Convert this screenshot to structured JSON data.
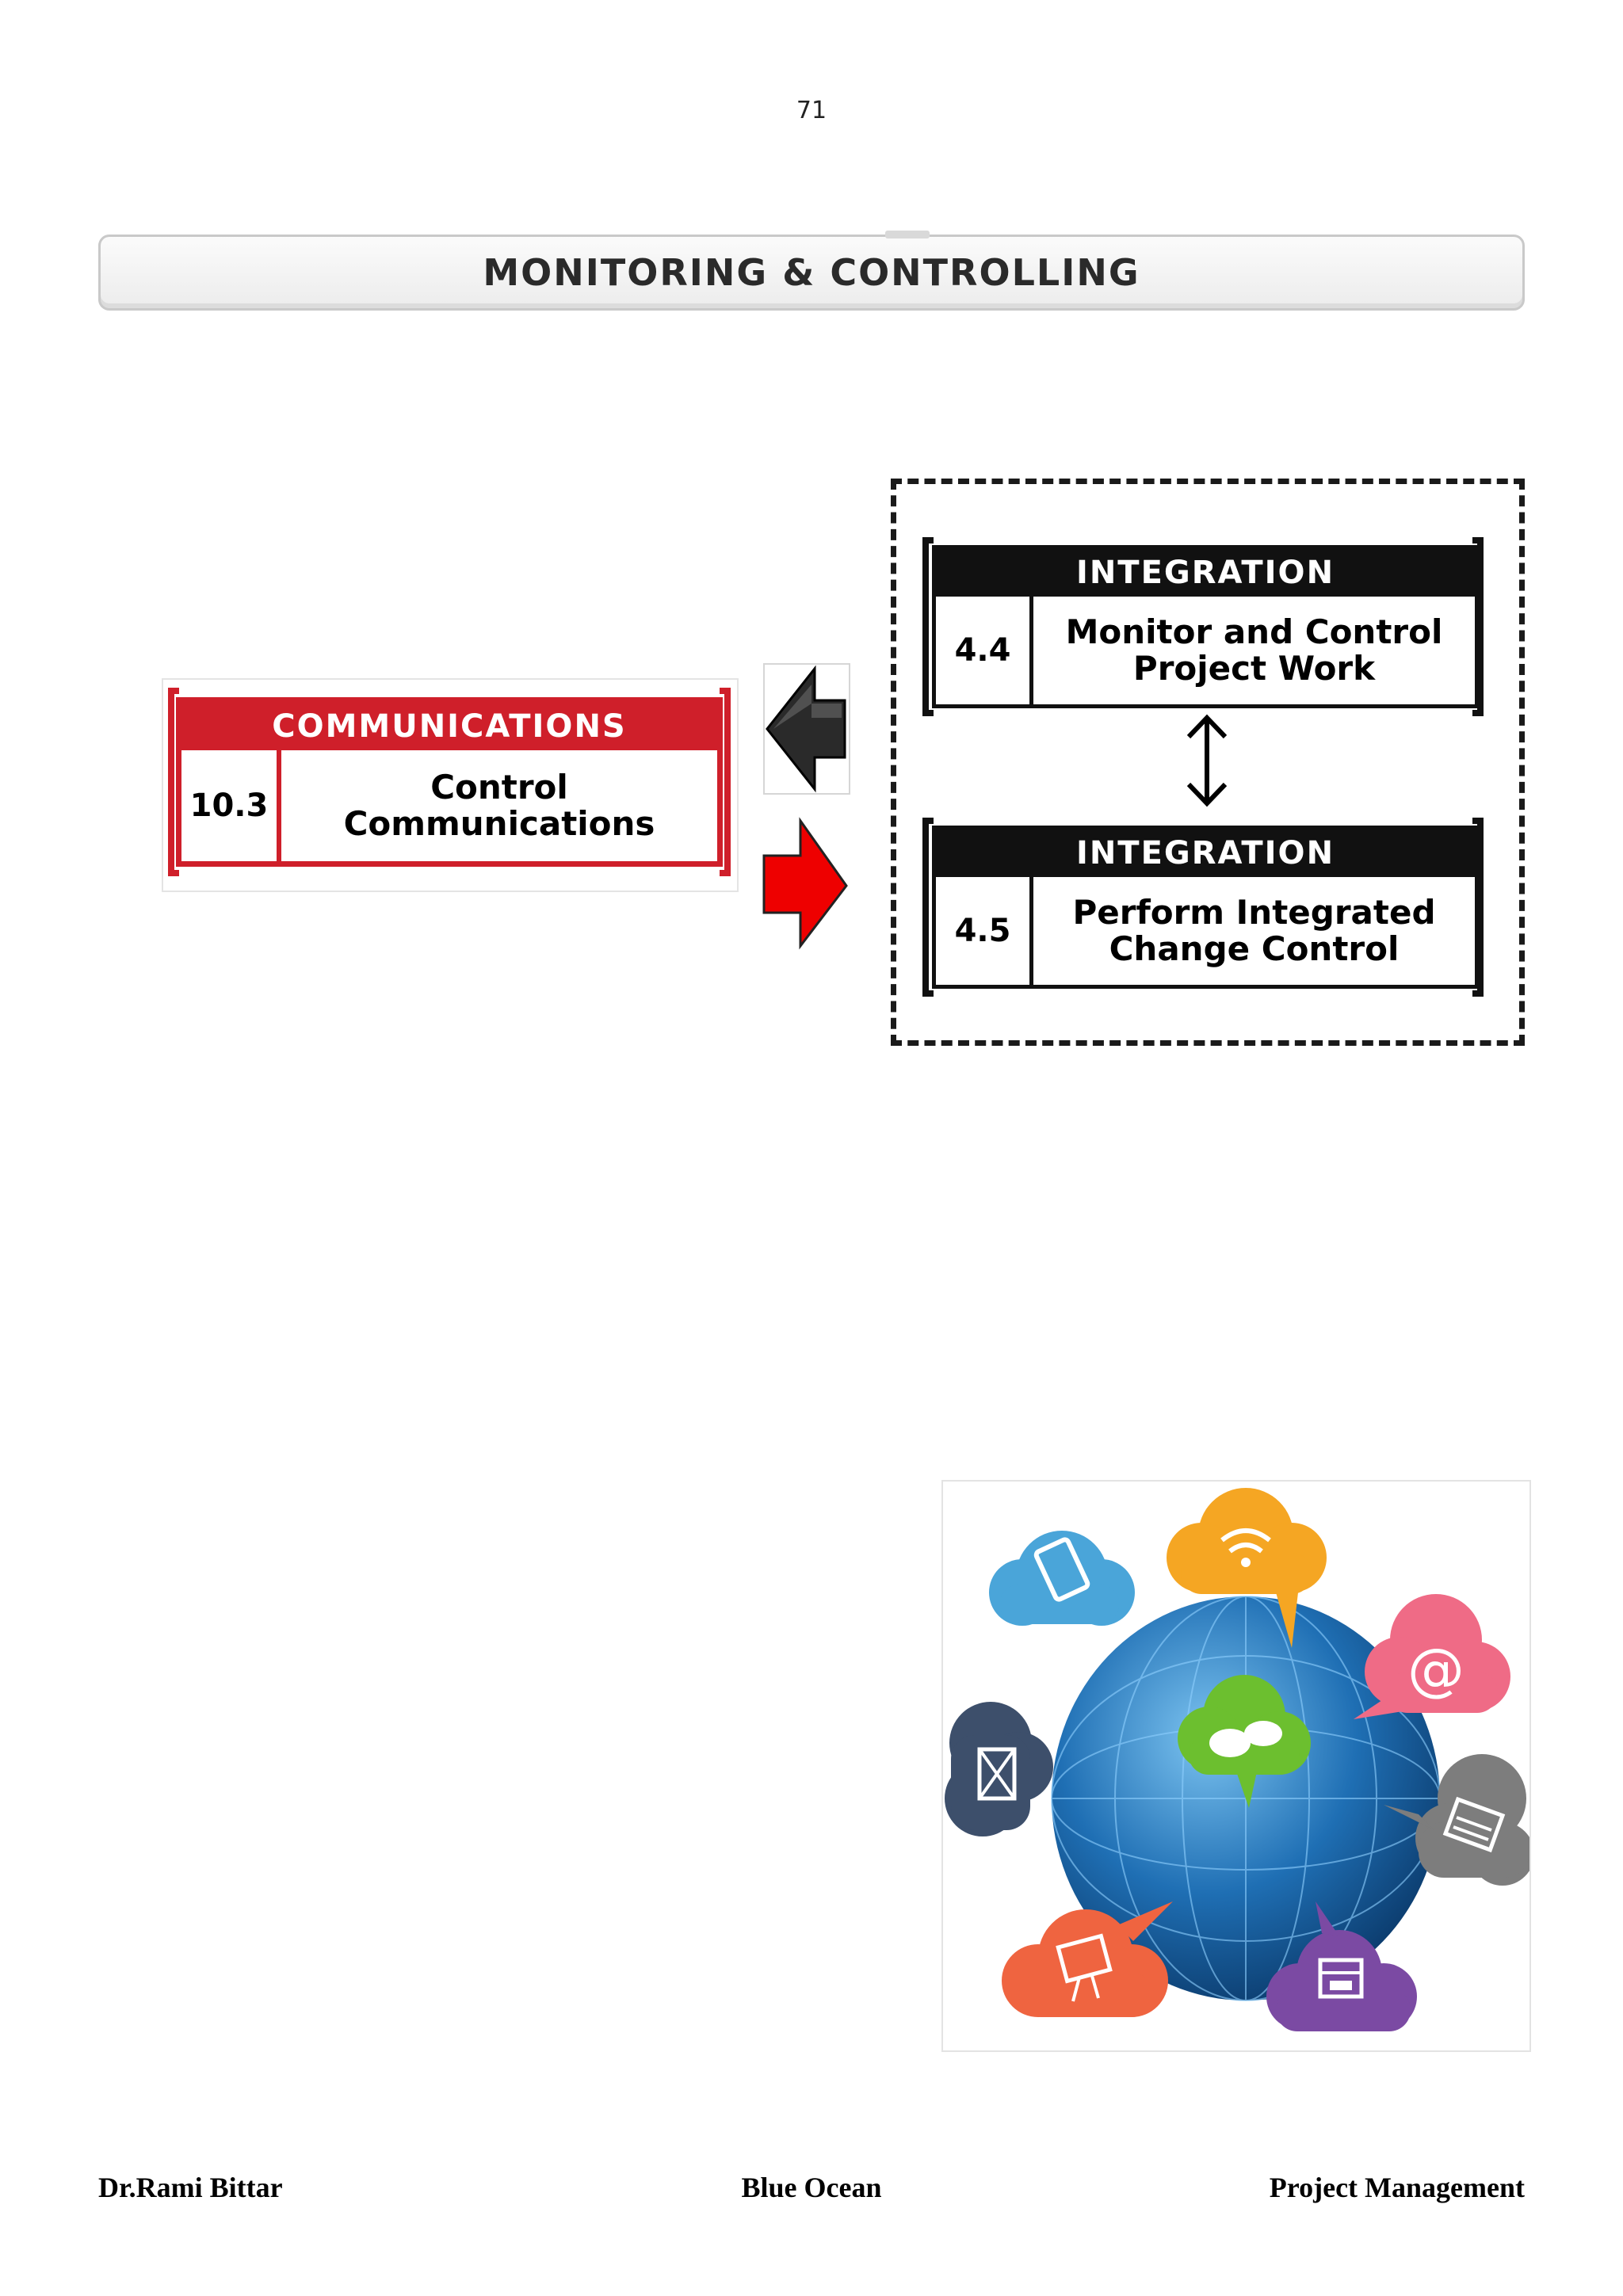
{
  "page_number": "71",
  "section_title": "MONITORING & CONTROLLING",
  "communications": {
    "area": "COMMUNICATIONS",
    "number": "10.3",
    "process": "Control Communications"
  },
  "integration": [
    {
      "area": "INTEGRATION",
      "number": "4.4",
      "process": "Monitor and Control\nProject Work"
    },
    {
      "area": "INTEGRATION",
      "number": "4.5",
      "process": "Perform Integrated\nChange Control"
    }
  ],
  "colors": {
    "communications_red": "#cf1f2a",
    "integration_black": "#111111",
    "arrow_in": "#111111",
    "arrow_out": "#ee0000",
    "globe_blue": "#1f6fb4"
  },
  "illustration_icons": [
    "tablet-icon",
    "wifi-icon",
    "at-sign-icon",
    "envelope-icon",
    "chat-bubbles-icon",
    "newspaper-icon",
    "presentation-board-icon",
    "printer-icon"
  ],
  "footer": {
    "left": "Dr.Rami Bittar",
    "center": "Blue Ocean",
    "right": "Project Management"
  }
}
